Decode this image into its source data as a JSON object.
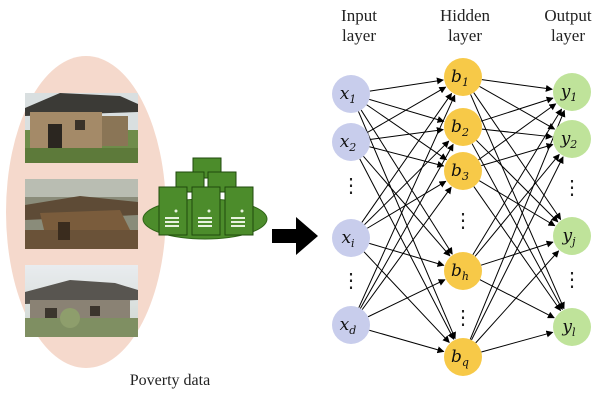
{
  "caption": "Poverty data",
  "headers": {
    "input": [
      "Input",
      "layer"
    ],
    "hidden": [
      "Hidden",
      "layer"
    ],
    "output": [
      "Output",
      "layer"
    ]
  },
  "input_nodes": [
    {
      "base": "x",
      "sub": "1"
    },
    {
      "base": "x",
      "sub": "2"
    },
    {
      "base": "⋮",
      "sub": ""
    },
    {
      "base": "x",
      "sub": "i"
    },
    {
      "base": "⋮",
      "sub": ""
    },
    {
      "base": "x",
      "sub": "d"
    }
  ],
  "hidden_nodes": [
    {
      "base": "b",
      "sub": "1"
    },
    {
      "base": "b",
      "sub": "2"
    },
    {
      "base": "b",
      "sub": "3"
    },
    {
      "base": "⋮",
      "sub": ""
    },
    {
      "base": "b",
      "sub": "h"
    },
    {
      "base": "⋮",
      "sub": ""
    },
    {
      "base": "b",
      "sub": "q"
    }
  ],
  "output_nodes": [
    {
      "base": "y",
      "sub": "1"
    },
    {
      "base": "y",
      "sub": "2"
    },
    {
      "base": "⋮",
      "sub": ""
    },
    {
      "base": "y",
      "sub": "j"
    },
    {
      "base": "⋮",
      "sub": ""
    },
    {
      "base": "y",
      "sub": "l"
    }
  ],
  "colors": {
    "input_node": "#c8cdec",
    "hidden_node": "#f7c948",
    "output_node": "#bfe39a",
    "oval": "#f5d9cc",
    "server": "#4c8c2b",
    "server_dark": "#2f6417",
    "edge": "#000000"
  },
  "photos": [
    "old-mud-house-photo",
    "collapsed-roof-house-photo",
    "stone-house-photo"
  ]
}
